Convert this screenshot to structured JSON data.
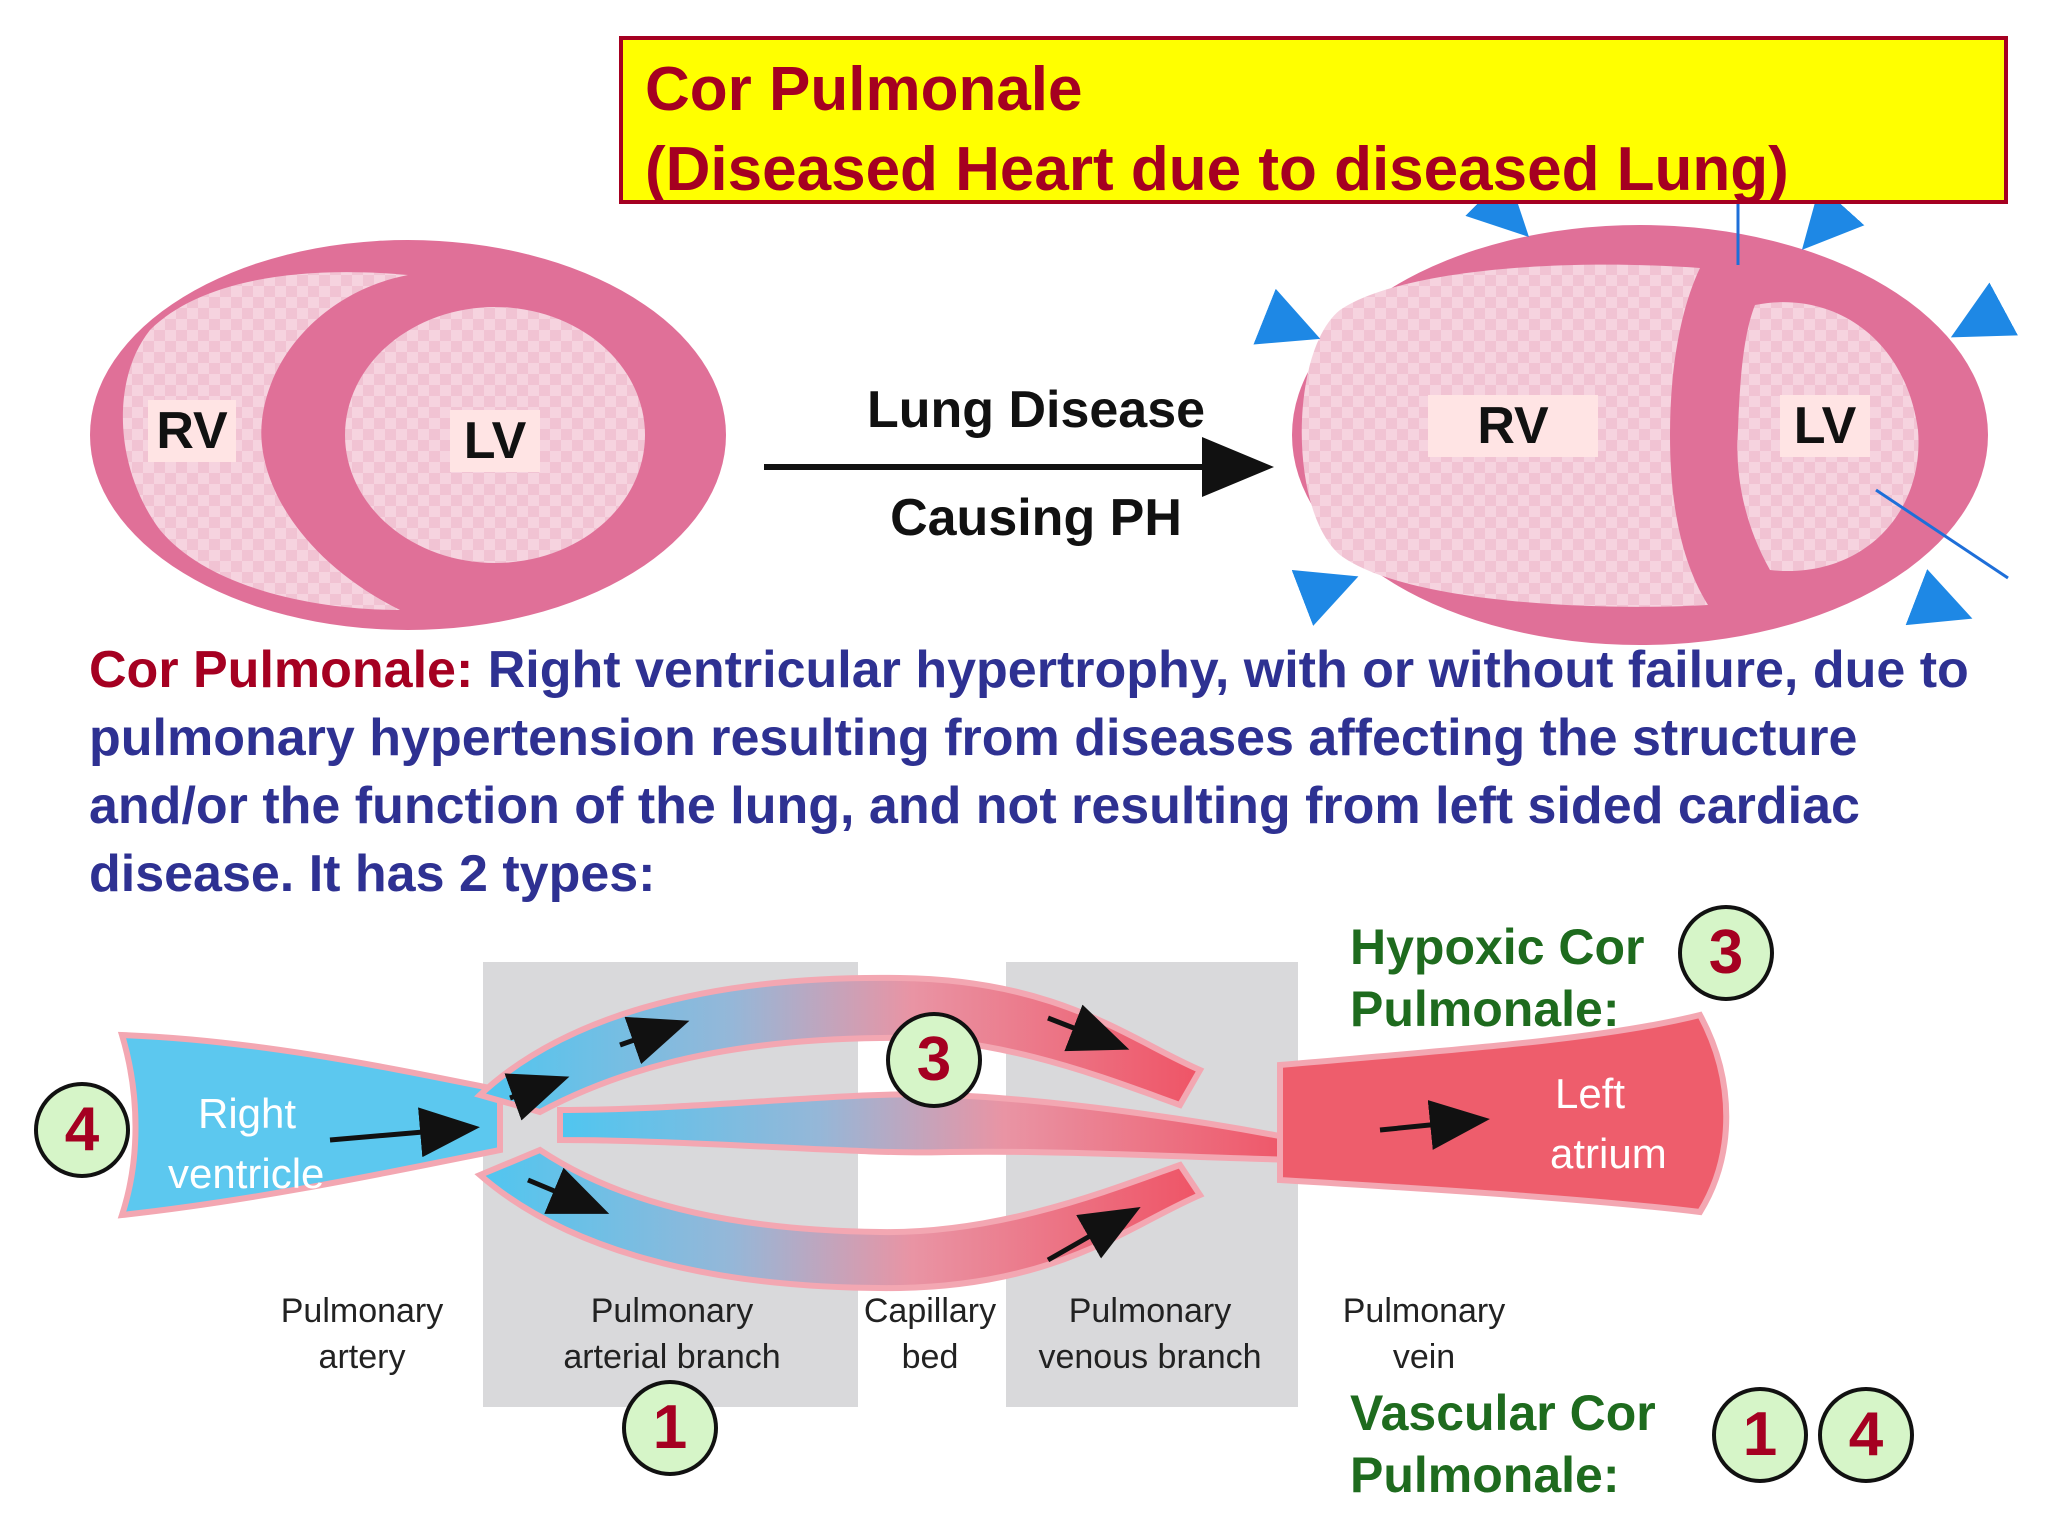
{
  "title": {
    "line1": "Cor Pulmonale",
    "line2": "(Diseased Heart due to diseased Lung)"
  },
  "heart_normal": {
    "rv": "RV",
    "lv": "LV"
  },
  "heart_diseased": {
    "rv": "RV",
    "lv": "LV"
  },
  "transition": {
    "line1": "Lung Disease",
    "line2": "Causing PH"
  },
  "definition": {
    "term": "Cor Pulmonale:",
    "text": " Right ventricular hypertrophy, with or without failure, due to pulmonary hypertension resulting from diseases affecting the structure and/or the function of the lung, and not resulting from left sided cardiac disease. It has 2 types:"
  },
  "flow": {
    "start": {
      "line1": "Right",
      "line2": "ventricle"
    },
    "end": {
      "line1": "Left",
      "line2": "atrium"
    },
    "segments": [
      {
        "line1": "Pulmonary",
        "line2": "artery"
      },
      {
        "line1": "Pulmonary",
        "line2": "arterial branch"
      },
      {
        "line1": "Capillary",
        "line2": "bed"
      },
      {
        "line1": "Pulmonary",
        "line2": "venous branch"
      },
      {
        "line1": "Pulmonary",
        "line2": "vein"
      }
    ]
  },
  "types": {
    "hypoxic": {
      "line1": "Hypoxic Cor",
      "line2": "Pulmonale:",
      "badge": "3"
    },
    "vascular": {
      "line1": "Vascular Cor",
      "line2": "Pulmonale:",
      "badges": [
        "1",
        "4"
      ]
    }
  },
  "markers": {
    "ventricle": "4",
    "capillary": "3",
    "arterial": "1"
  },
  "colors": {
    "title_bg": "#ffff00",
    "title_text": "#a50021",
    "definition_text": "#2e3192",
    "heart_wall": "#e07098",
    "heart_cavity": "#f6d3df",
    "blood_arterial": "#5cc8ef",
    "blood_venous": "#ee5d6c",
    "type_label": "#1e6b1e",
    "badge_bg": "#d6f5c8"
  }
}
